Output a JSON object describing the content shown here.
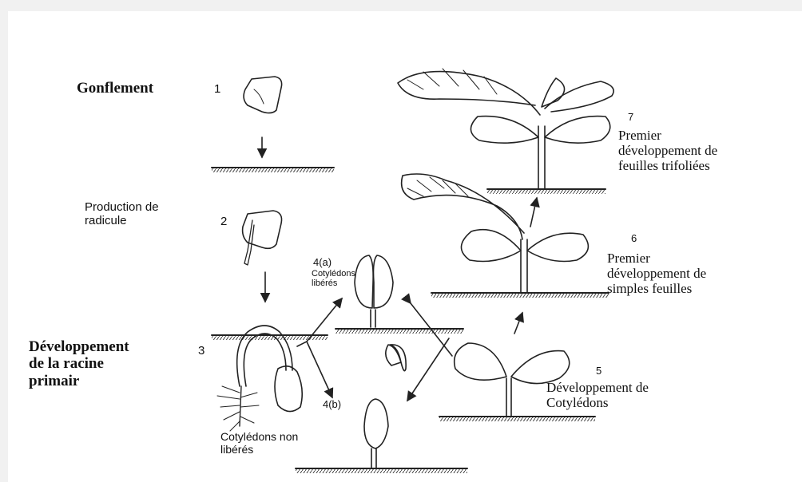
{
  "labels": {
    "gonflement": "Gonflement",
    "n1": "1",
    "production": "Production de\nradicule",
    "n2": "2",
    "cotyledons_liberes_num": "4(a)",
    "cotyledons_liberes": "Cotylédons\nlibérés",
    "developpement_racine": "Développement\nde la racine\nprimair",
    "n3": "3",
    "cotyledons_non_liberes_num": "4(b)",
    "cotyledons_non_liberes": "Cotylédons non\nlibérés",
    "n5": "5",
    "developpement_cotyledons": "Développement de\nCotylédons",
    "n6": "6",
    "premier_simples": "Premier\ndéveloppement de\nsimples feuilles",
    "n7": "7",
    "premier_trifoliees": "Premier\ndéveloppement de\nfeuilles trifoliées"
  }
}
